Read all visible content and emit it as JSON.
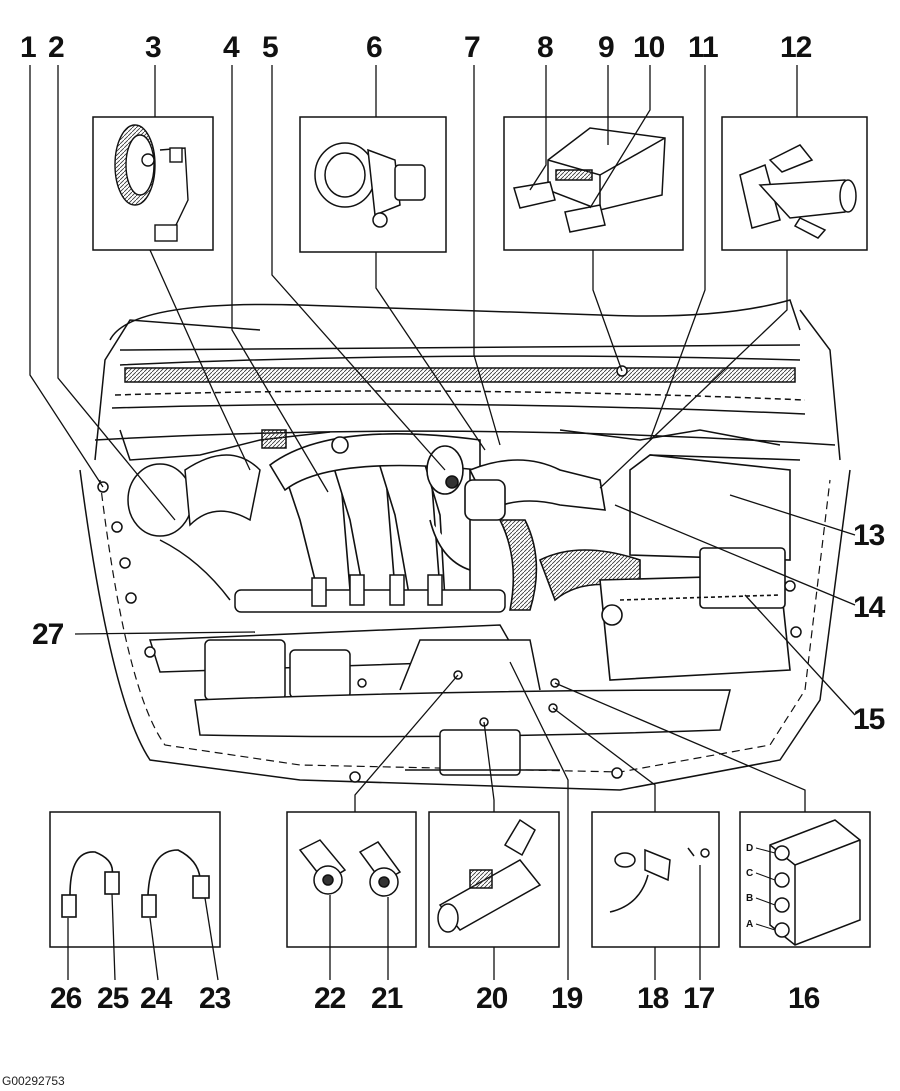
{
  "callouts": [
    "1",
    "2",
    "3",
    "4",
    "5",
    "6",
    "7",
    "8",
    "9",
    "10",
    "11",
    "12",
    "13",
    "14",
    "15",
    "16",
    "17",
    "18",
    "19",
    "20",
    "21",
    "22",
    "23",
    "24",
    "25",
    "26",
    "27"
  ],
  "coil_terminals": [
    "D",
    "C",
    "B",
    "A"
  ],
  "reference_code": "G00292753"
}
